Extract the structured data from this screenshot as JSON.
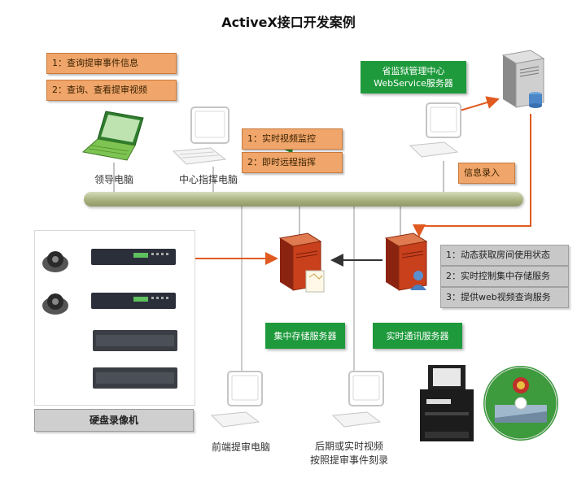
{
  "title": "ActiveX接口开发案例",
  "left_list": [
    "1：查询提审事件信息",
    "2：查询、查看提审视频"
  ],
  "center_list": [
    "1：实时视频监控",
    "2：即时远程指挥"
  ],
  "provincial_server": [
    "省监狱管理中心",
    "WebService服务器"
  ],
  "info_entry": "信息录入",
  "leader_pc": "领导电脑",
  "command_pc": "中心指挥电脑",
  "comm_features": [
    "1：动态获取房间使用状态",
    "2：实时控制集中存储服务",
    "3：提供web视频查询服务"
  ],
  "storage_server": "集中存储服务器",
  "comm_server": "实时通讯服务器",
  "dvr_label": "硬盘录像机",
  "front_pc": "前端提审电脑",
  "burn_pc": [
    "后期或实时视频",
    "按照提审事件刻录"
  ],
  "colors": {
    "orange": "#f0a56a",
    "green": "#1e9a3c",
    "arrow": "#e05a20",
    "bus": "#a9b27f"
  }
}
